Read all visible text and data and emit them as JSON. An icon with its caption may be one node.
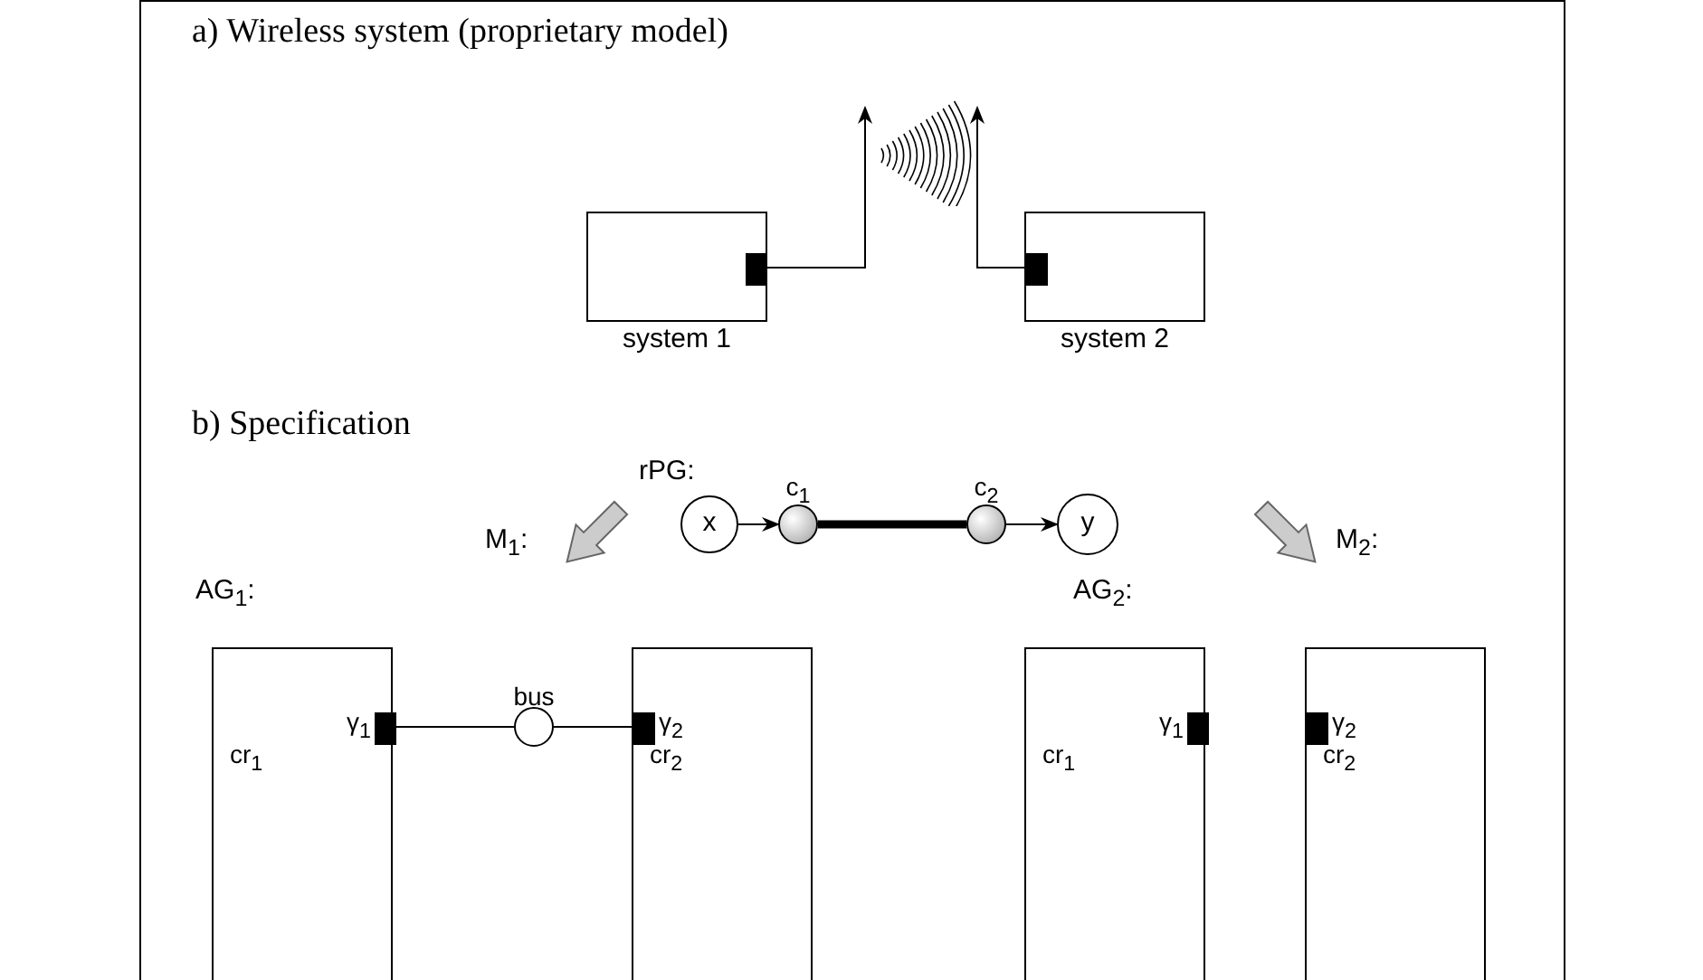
{
  "diagram": {
    "nodes": [
      {
        "text": [
          "system 1"
        ]
      },
      {
        "text": [],
        "shape": "bar",
        "in": 0
      },
      {
        "text": [
          "system 2"
        ]
      },
      {
        "text": [],
        "shape": "bar",
        "in": 2
      },
      {
        "text": [],
        "shape": "picture"
      },
      {
        "text": [
          "x"
        ]
      },
      {
        "text": [
          "c$_{1}$"
        ]
      },
      {
        "text": [
          "c$_{2}$"
        ]
      },
      {
        "text": [
          "y"
        ]
      },
      {
        "text": [
          "cr$_{1}$"
        ]
      },
      {
        "text": [
          "γ$_{1}$"
        ],
        "in": 9
      },
      {
        "text": [
          "bus"
        ]
      },
      {
        "text": [
          "cr$_{2}$"
        ]
      },
      {
        "text": [
          "γ$_{2}$"
        ],
        "in": 12
      },
      {
        "text": [
          "cr$_{1}$"
        ]
      },
      {
        "text": [
          "γ$_{1}$"
        ],
        "in": 14
      },
      {
        "text": [
          "cr$_{2}$"
        ]
      },
      {
        "text": [
          "γ$_{2}$"
        ],
        "in": 16
      }
    ],
    "edges": [
      {
        "from": 1,
        "to": 4,
        "arrow": "to"
      },
      {
        "from": 3,
        "to": 4,
        "arrow": "to"
      },
      {
        "from": 5,
        "to": 6,
        "arrow": "to"
      },
      {
        "from": 6,
        "to": 7,
        "arrow": "none",
        "style": "thick"
      },
      {
        "from": 7,
        "to": 8,
        "arrow": "to"
      },
      {
        "from": 10,
        "to": 11,
        "arrow": "none"
      },
      {
        "from": 11,
        "to": 13,
        "arrow": "none"
      }
    ],
    "labels": [
      "a) Wireless system (proprietary model)",
      "b) Specification",
      "rPG:",
      "M$_{1}$:",
      "M$_{2}$:",
      "AG$_{1}$:",
      "AG$_{2}$:"
    ]
  }
}
